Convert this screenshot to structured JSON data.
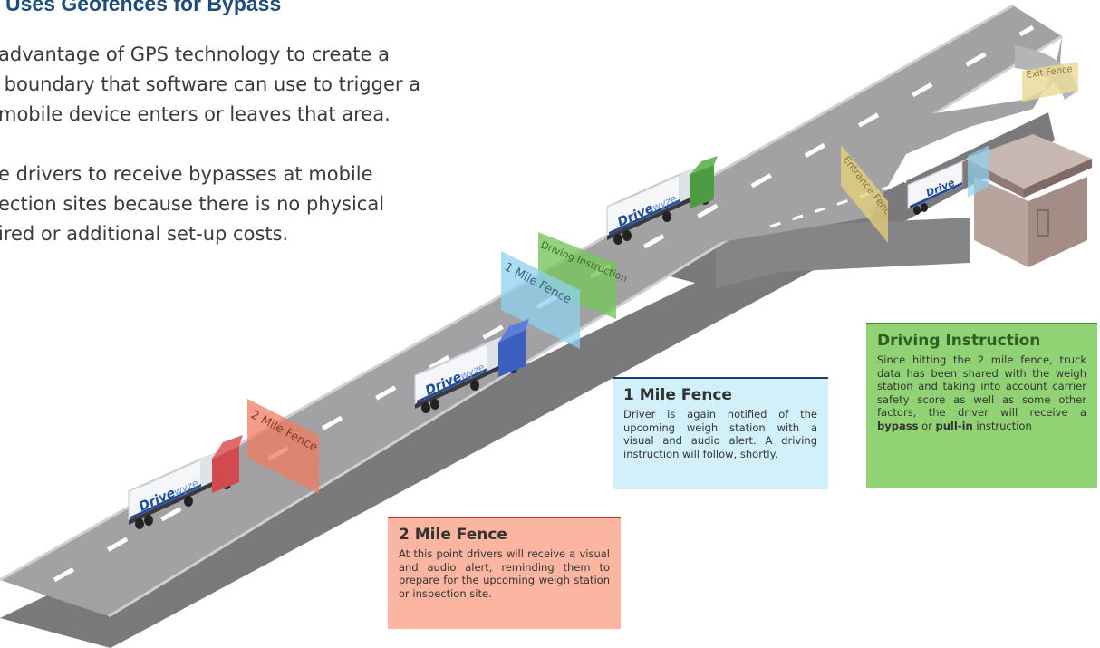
{
  "header": {
    "title": "Uses Geofences for Bypass",
    "paragraph1": "advantage of GPS technology to create a\n boundary that software can use to trigger a\nmobile device enters or leaves that area.",
    "paragraph2": "e drivers to receive bypasses at mobile\nection sites because there is no physical\nired or additional set-up costs."
  },
  "fences": {
    "two_mile": "2 Mile Fence",
    "one_mile": "1 Mile Fence",
    "driving": "Driving Instruction",
    "entrance": "Entrance Fence",
    "exit": "Exit Fence"
  },
  "truck_brand": {
    "drive": "Drive",
    "wyze": "wyze"
  },
  "callouts": {
    "two_mile": {
      "title": "2 Mile Fence",
      "body": "At this point drivers will receive a visual and audio alert, reminding them to prepare for the upcoming weigh station or inspection site."
    },
    "one_mile": {
      "title": "1 Mile Fence",
      "body": "Driver is again notified of the upcoming weigh station with a visual and audio alert. A driving instruction will follow, shortly."
    },
    "driving": {
      "title": "Driving Instruction",
      "body_before": "Since hitting the 2 mile fence, truck data has been shared with the weigh station and taking into account carrier safety score as well as some other factors, the driver will receive a ",
      "bypass": "bypass",
      "or": " or ",
      "pull_in": "pull-in",
      "body_after": " instruction"
    }
  },
  "colors": {
    "road": "#9a9a9c",
    "road_side": "#6f6f72",
    "lane_marks": "#ffffff",
    "fence_two_mile": "#f07b63",
    "fence_one_mile": "#8fd1ee",
    "fence_driving": "#79c65c",
    "fence_entrance": "#e8d27a",
    "truck_red": "#d24a4e",
    "truck_blue": "#3b5fbf",
    "truck_green": "#4d9b42"
  }
}
